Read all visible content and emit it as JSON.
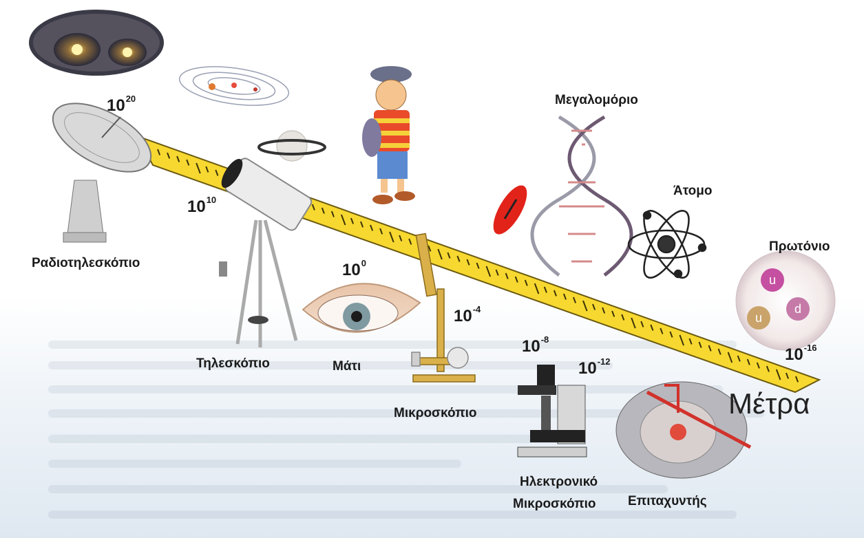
{
  "diagram": {
    "unit_label": "Μέτρα",
    "scale_marks": [
      {
        "base": "10",
        "exp": "20"
      },
      {
        "base": "10",
        "exp": "10"
      },
      {
        "base": "10",
        "exp": "0"
      },
      {
        "base": "10",
        "exp": "-4"
      },
      {
        "base": "10",
        "exp": "-8"
      },
      {
        "base": "10",
        "exp": "-12"
      },
      {
        "base": "10",
        "exp": "-16"
      }
    ],
    "instruments": {
      "radio_telescope": "Ραδιοτηλεσκόπιο",
      "telescope": "Τηλεσκόπιο",
      "eye": "Μάτι",
      "microscope": "Μικροσκόπιο",
      "electron_microscope_line1": "Ηλεκτρονικό",
      "electron_microscope_line2": "Μικροσκόπιο",
      "accelerator": "Επιταχυντής"
    },
    "objects": {
      "macromolecule": "Μεγαλομόριο",
      "atom": "Άτομο",
      "proton": "Πρωτόνιο"
    },
    "colors": {
      "ruler": "#f7d830",
      "ruler_edge": "#6b5a10",
      "text": "#1a1a1a"
    }
  }
}
